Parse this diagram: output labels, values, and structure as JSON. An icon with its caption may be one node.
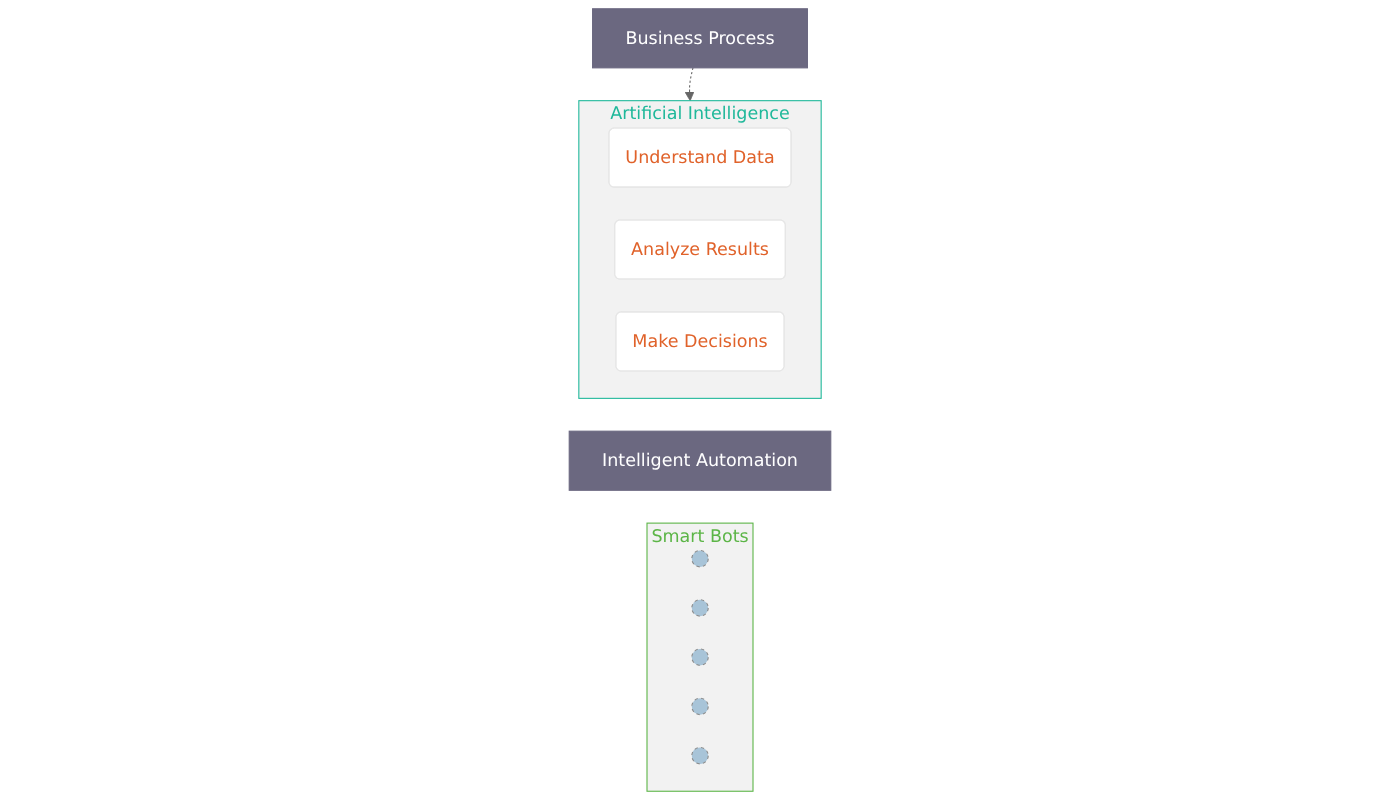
{
  "diagram": {
    "nodes": [
      {
        "text": [
          "Business Process"
        ]
      },
      {
        "text": [
          "Artificial Intelligence"
        ]
      },
      {
        "text": [
          "Understand Data"
        ],
        "in": 1
      },
      {
        "text": [
          "Analyze Results"
        ],
        "in": 1
      },
      {
        "text": [
          "Make Decisions"
        ],
        "in": 1
      },
      {
        "text": [
          "Intelligent Automation"
        ]
      },
      {
        "text": [
          "Smart Bots"
        ]
      },
      {
        "text": [],
        "shape": "circle",
        "in": 6
      },
      {
        "text": [],
        "shape": "circle",
        "in": 6
      },
      {
        "text": [],
        "shape": "circle",
        "in": 6
      },
      {
        "text": [],
        "shape": "circle",
        "in": 6
      },
      {
        "text": [],
        "shape": "circle",
        "in": 6
      }
    ],
    "edges": [
      {
        "from": 0,
        "to": 1,
        "arrow": "to",
        "style": "dashed"
      }
    ]
  }
}
